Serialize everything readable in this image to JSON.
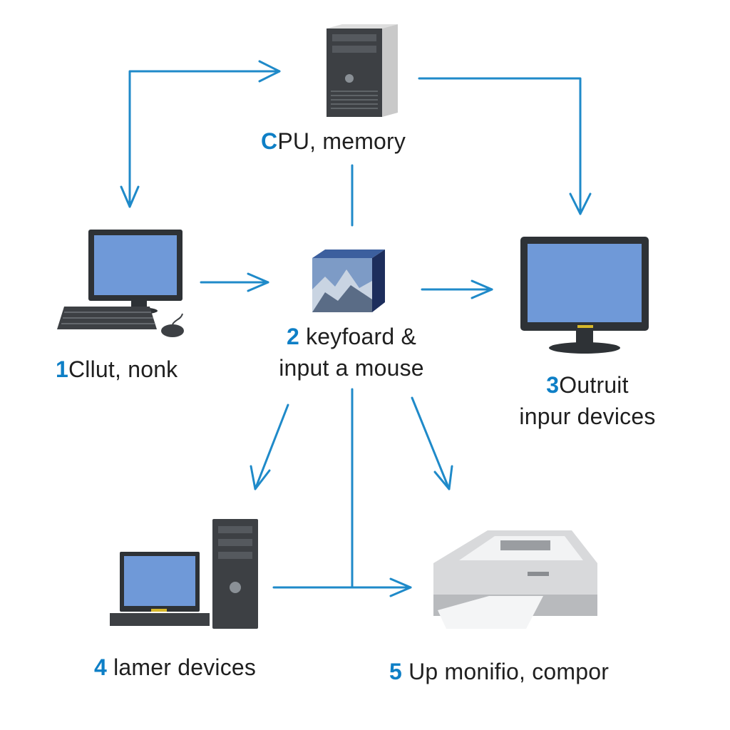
{
  "colors": {
    "arrow": "#1f8ac9",
    "accent": "#0e7fc6",
    "text": "#1f1f1f",
    "screen": "#6f99d8",
    "bezel": "#2e3236"
  },
  "nodes": {
    "cpu": {
      "prefix": "C",
      "text": "PU, memory",
      "icon": "computer-tower-icon"
    },
    "input": {
      "number": "2",
      "line1": "keyfoard &",
      "line2": "input a mouse",
      "icon": "cube-icon"
    },
    "client": {
      "number": "1",
      "text": "Cllut, nonk",
      "icon": "desktop-computer-icon"
    },
    "output": {
      "number": "3",
      "line1": "Outruit",
      "line2": "inpur devices",
      "icon": "monitor-icon"
    },
    "lamer": {
      "number": "4",
      "text": "lamer devices",
      "icon": "computer-workstation-icon"
    },
    "up": {
      "number": "5",
      "text": "Up monifio, compor",
      "icon": "printer-icon"
    }
  }
}
